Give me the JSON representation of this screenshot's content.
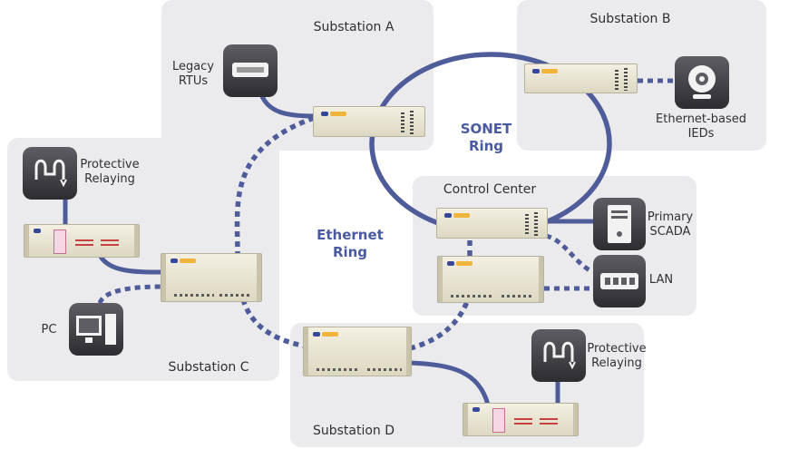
{
  "diagram": {
    "substation_a": {
      "title": "Substation A",
      "rtu_label": [
        "Legacy",
        "RTUs"
      ]
    },
    "substation_b": {
      "title": "Substation B",
      "ied_label": [
        "Ethernet-based",
        "IEDs"
      ]
    },
    "substation_c": {
      "title": "Substation C",
      "relaying_label": [
        "Protective",
        "Relaying"
      ],
      "pc_label": "PC"
    },
    "substation_d": {
      "title": "Substation D",
      "relaying_label": [
        "Protective",
        "Relaying"
      ]
    },
    "control_center": {
      "title": "Control Center",
      "scada_label": [
        "Primary",
        "SCADA"
      ],
      "lan_label": "LAN"
    },
    "sonet_ring_label": [
      "SONET",
      "Ring"
    ],
    "ethernet_ring_label": [
      "Ethernet",
      "Ring"
    ],
    "colors": {
      "link": "#4f5c9a",
      "panel": "#ebebee",
      "ring_text": "#4a5aa0",
      "text": "#2f3036"
    },
    "icons": [
      "rtu-icon",
      "webcam-icon",
      "protective-relay-icon",
      "pc-icon",
      "scada-server-icon",
      "lan-switch-icon"
    ]
  }
}
